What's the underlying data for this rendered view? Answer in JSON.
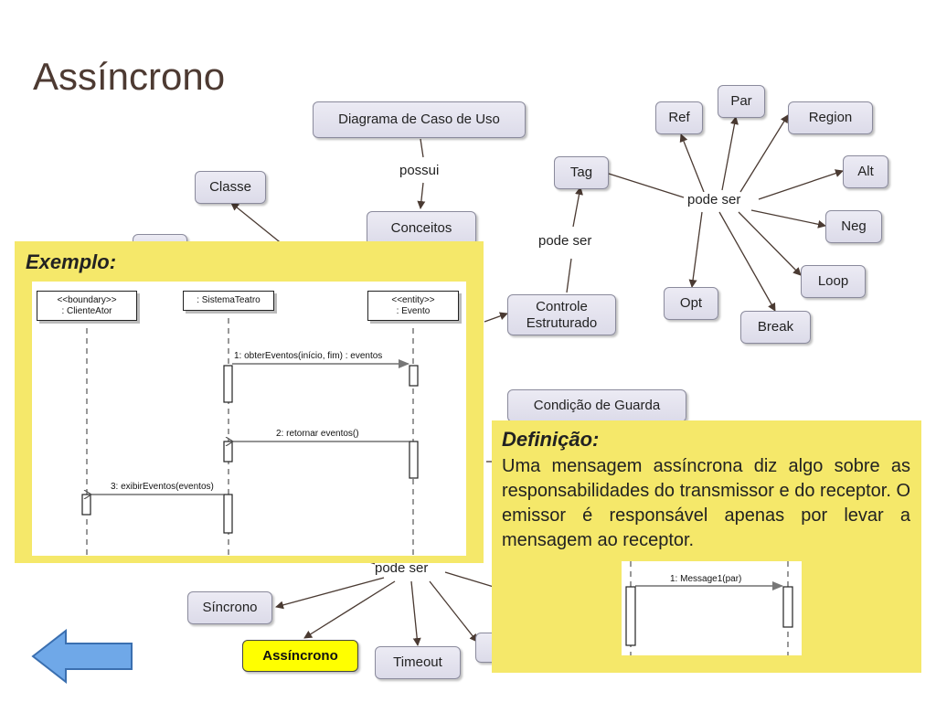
{
  "slide": {
    "title": "Assíncrono"
  },
  "concept_map": {
    "nodes": {
      "diagrama_caso_uso": "Diagrama de Caso de Uso",
      "classe": "Classe",
      "conceitos": "Conceitos",
      "tag": "Tag",
      "controle_estruturado": "Controle Estruturado",
      "ref": "Ref",
      "par": "Par",
      "region": "Region",
      "alt": "Alt",
      "neg": "Neg",
      "loop": "Loop",
      "opt": "Opt",
      "break": "Break",
      "condicao_guarda": "Condição de Guarda",
      "sincrono": "Síncrono",
      "assincrono": "Assíncrono",
      "timeout": "Timeout"
    },
    "link_labels": {
      "possui": "possui",
      "pode_ser_tag": "pode ser",
      "pode_ser_hub": "pode ser",
      "pode_ser_msg": "pode ser"
    }
  },
  "example_panel": {
    "heading": "Exemplo:",
    "lifelines": [
      {
        "stereotype": "<<boundary>>",
        "name": ": ClienteAtor"
      },
      {
        "stereotype": "",
        "name": ": SistemaTeatro"
      },
      {
        "stereotype": "<<entity>>",
        "name": ": Evento"
      }
    ],
    "messages": [
      "1: obterEventos(início, fim) : eventos",
      "2: retornar eventos()",
      "3: exibirEventos(eventos)"
    ]
  },
  "definition_panel": {
    "heading": "Definição:",
    "body": "Uma mensagem assíncrona diz algo sobre as responsabilidades do transmissor e do receptor. O emissor é responsável apenas por levar a mensagem ao receptor.",
    "mini_diagram_message": "1: Message1(par)"
  },
  "navigation": {
    "back_icon": "left-arrow-icon"
  },
  "colors": {
    "panel": "#f5e86a",
    "active_node": "#ffff00",
    "node_fill": "#dcdbe9",
    "back_arrow": "#6fa8e8",
    "title": "#4d3a32"
  }
}
